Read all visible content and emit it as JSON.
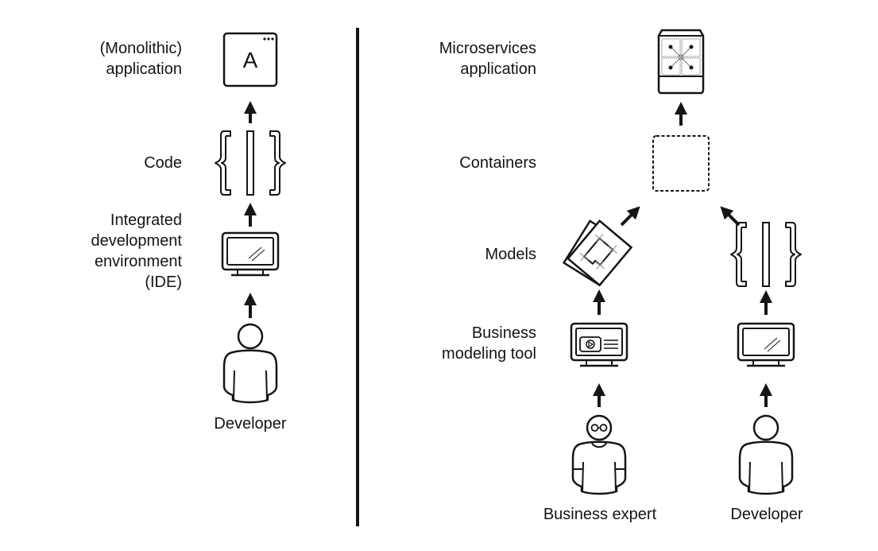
{
  "left_panel": {
    "labels": {
      "application": [
        "(Monolithic)",
        "application"
      ],
      "code": [
        "Code"
      ],
      "ide": [
        "Integrated",
        "development",
        "environment",
        "(IDE)"
      ]
    },
    "app_icon_letter": "A",
    "actor": "Developer"
  },
  "right_panel": {
    "labels": {
      "application": [
        "Microservices",
        "application"
      ],
      "containers": [
        "Containers"
      ],
      "models": [
        "Models"
      ],
      "tool": [
        "Business",
        "modeling tool"
      ]
    },
    "actors": [
      "Business expert",
      "Developer"
    ]
  },
  "colors": {
    "ink": "#151515",
    "background": "#ffffff"
  }
}
